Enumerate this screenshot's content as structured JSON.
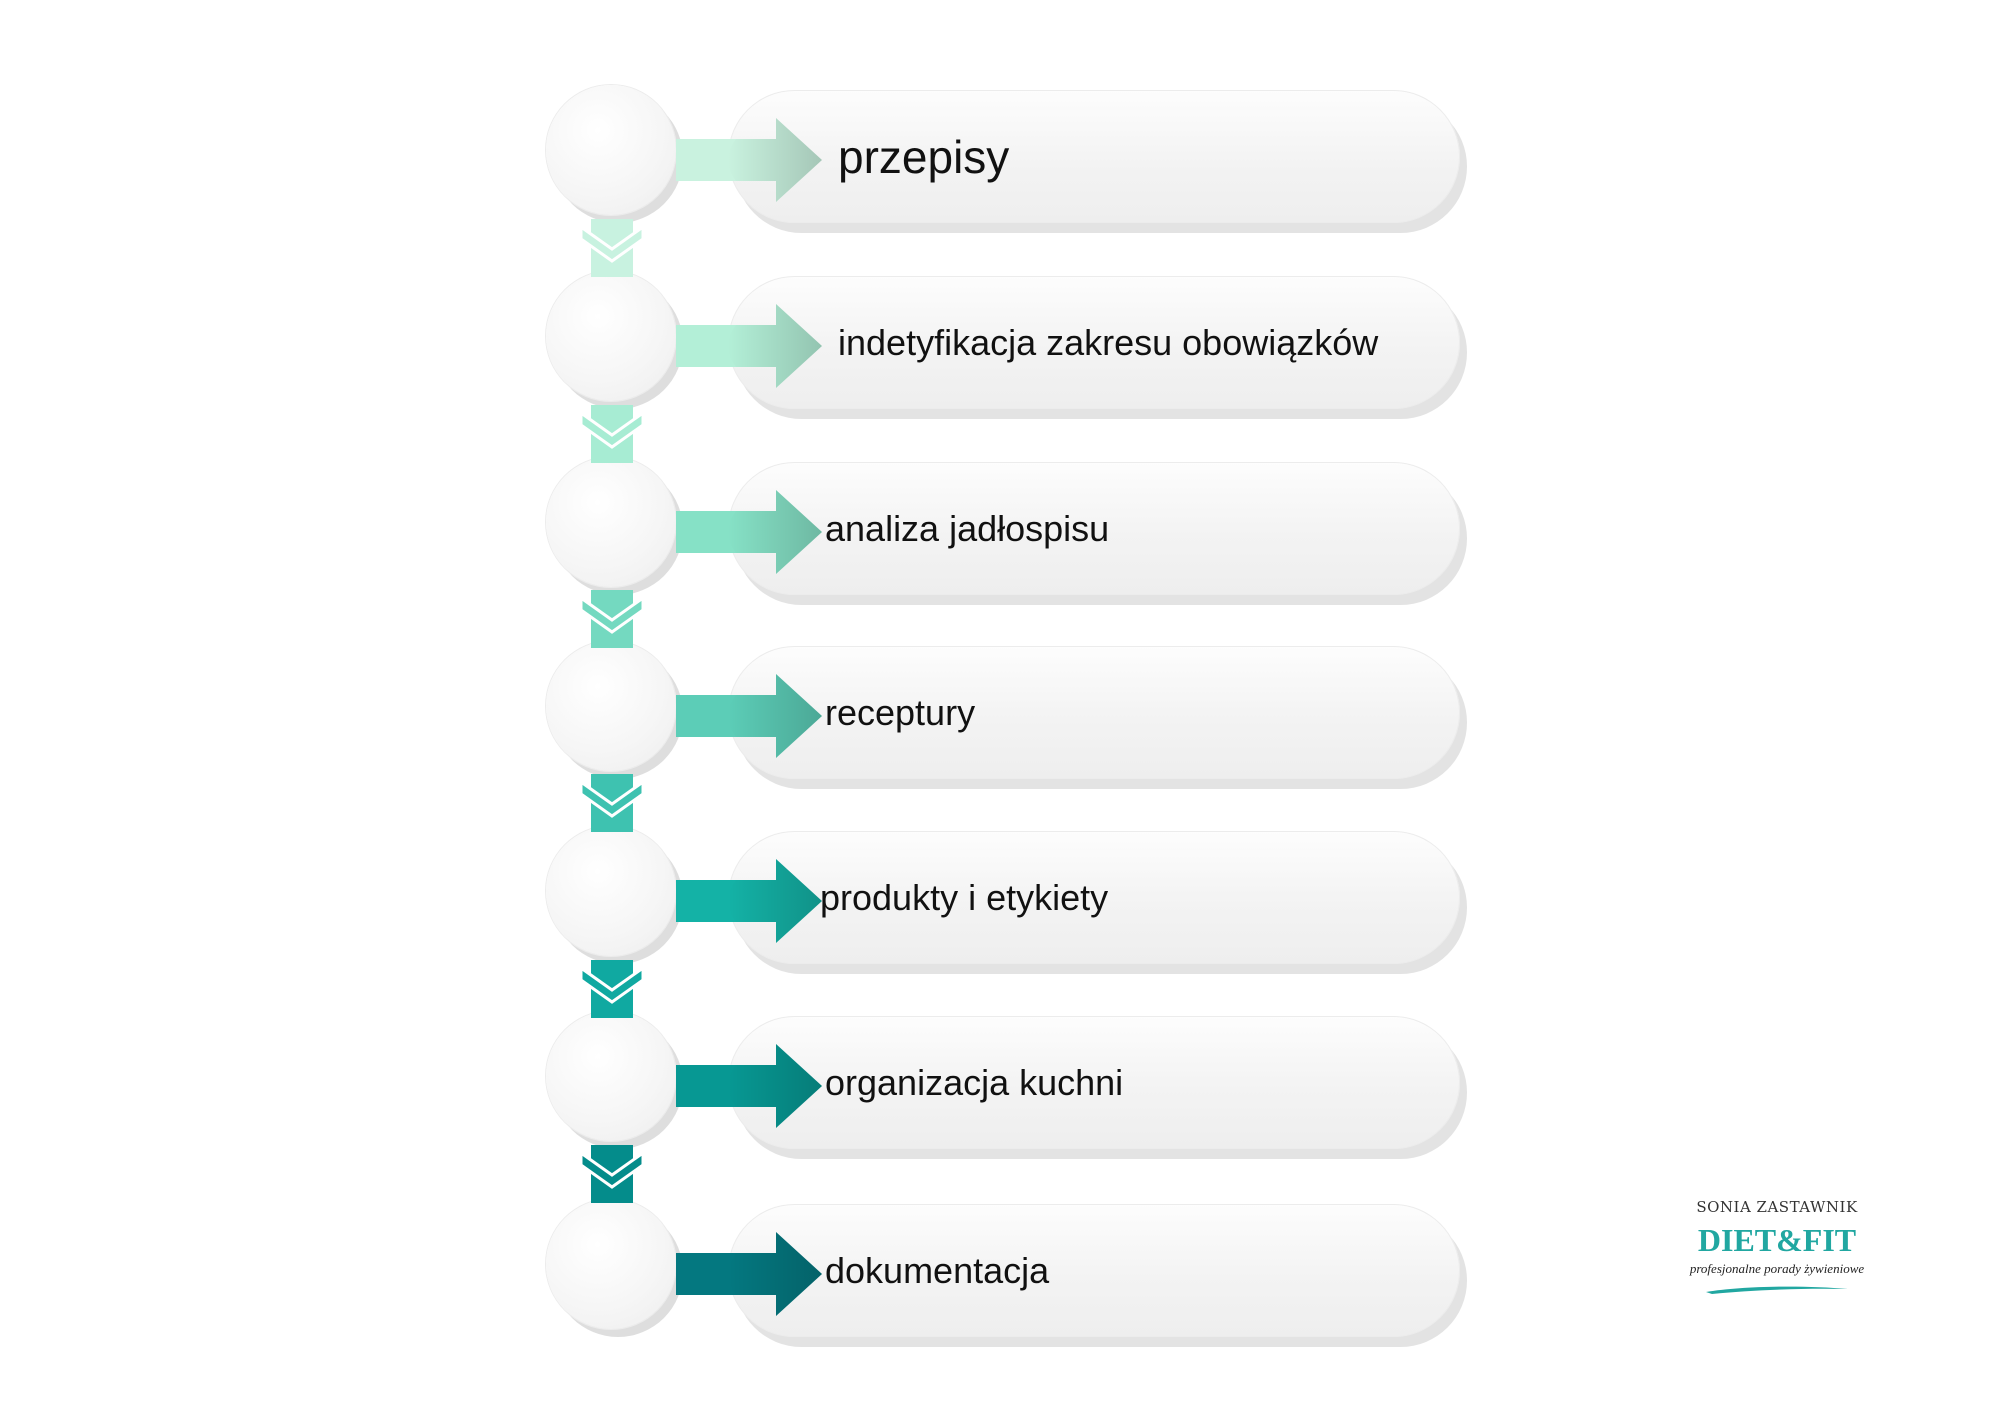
{
  "steps": [
    {
      "label": "przepisy",
      "color": "#c9f2df"
    },
    {
      "label": "indetyfikacja zakresu obowiązków",
      "color": "#b3efd7"
    },
    {
      "label": "analiza jadłospisu",
      "color": "#86e1c6"
    },
    {
      "label": "receptury",
      "color": "#5ccdb7"
    },
    {
      "label": "produkty i etykiety",
      "color": "#14b2a6"
    },
    {
      "label": "organizacja kuchni",
      "color": "#079893"
    },
    {
      "label": "dokumentacja",
      "color": "#047880"
    }
  ],
  "connector_colors": [
    "#c8f2e0",
    "#a7ecd3",
    "#74d9c0",
    "#3ec2b0",
    "#10a9a1",
    "#048c8b"
  ],
  "logo": {
    "line1": "SONIA ZASTAWNIK",
    "line2": "DIET&FIT",
    "line3": "profesjonalne porady żywieniowe",
    "accent_color": "#21a7a1"
  }
}
